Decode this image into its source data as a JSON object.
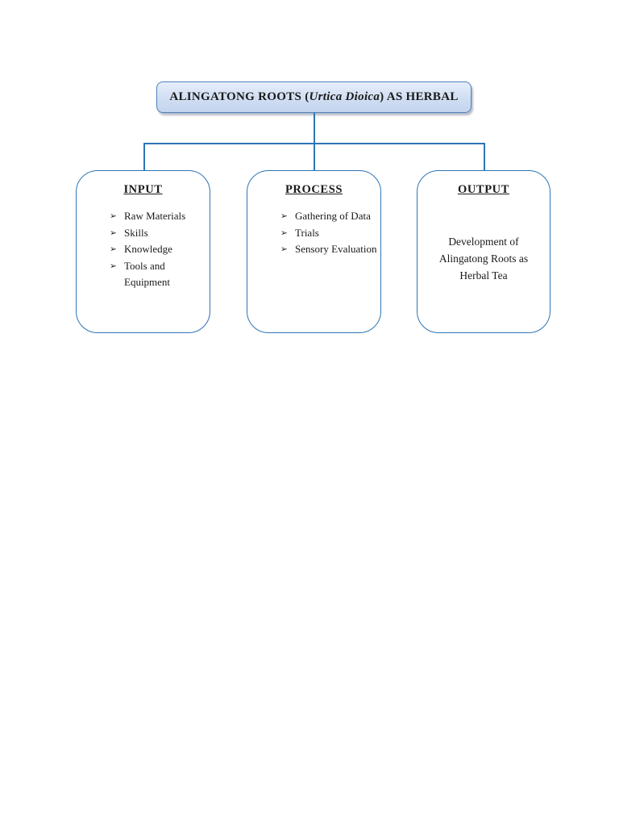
{
  "page": {
    "background_color": "#ffffff"
  },
  "title_box": {
    "text_prefix": "ALINGATONG ROOTS (",
    "text_italic": "Urtica Dioica",
    "text_suffix": ") AS HERBAL",
    "fill_top_color": "#e6eefa",
    "fill_bottom_color": "#c3d4ee",
    "border_color": "#4f81bd"
  },
  "bullet_glyph": "➢",
  "connector_color": "#2e75b6",
  "box_border_color": "#2e75b6",
  "columns": [
    {
      "heading": "INPUT",
      "items": [
        "Raw Materials",
        "Skills",
        "Knowledge",
        "Tools and Equipment"
      ]
    },
    {
      "heading": "PROCESS",
      "items": [
        "Gathering of Data",
        "Trials",
        "Sensory Evaluation"
      ]
    },
    {
      "heading": "OUTPUT",
      "body": "Development of Alingatong Roots as Herbal Tea"
    }
  ]
}
